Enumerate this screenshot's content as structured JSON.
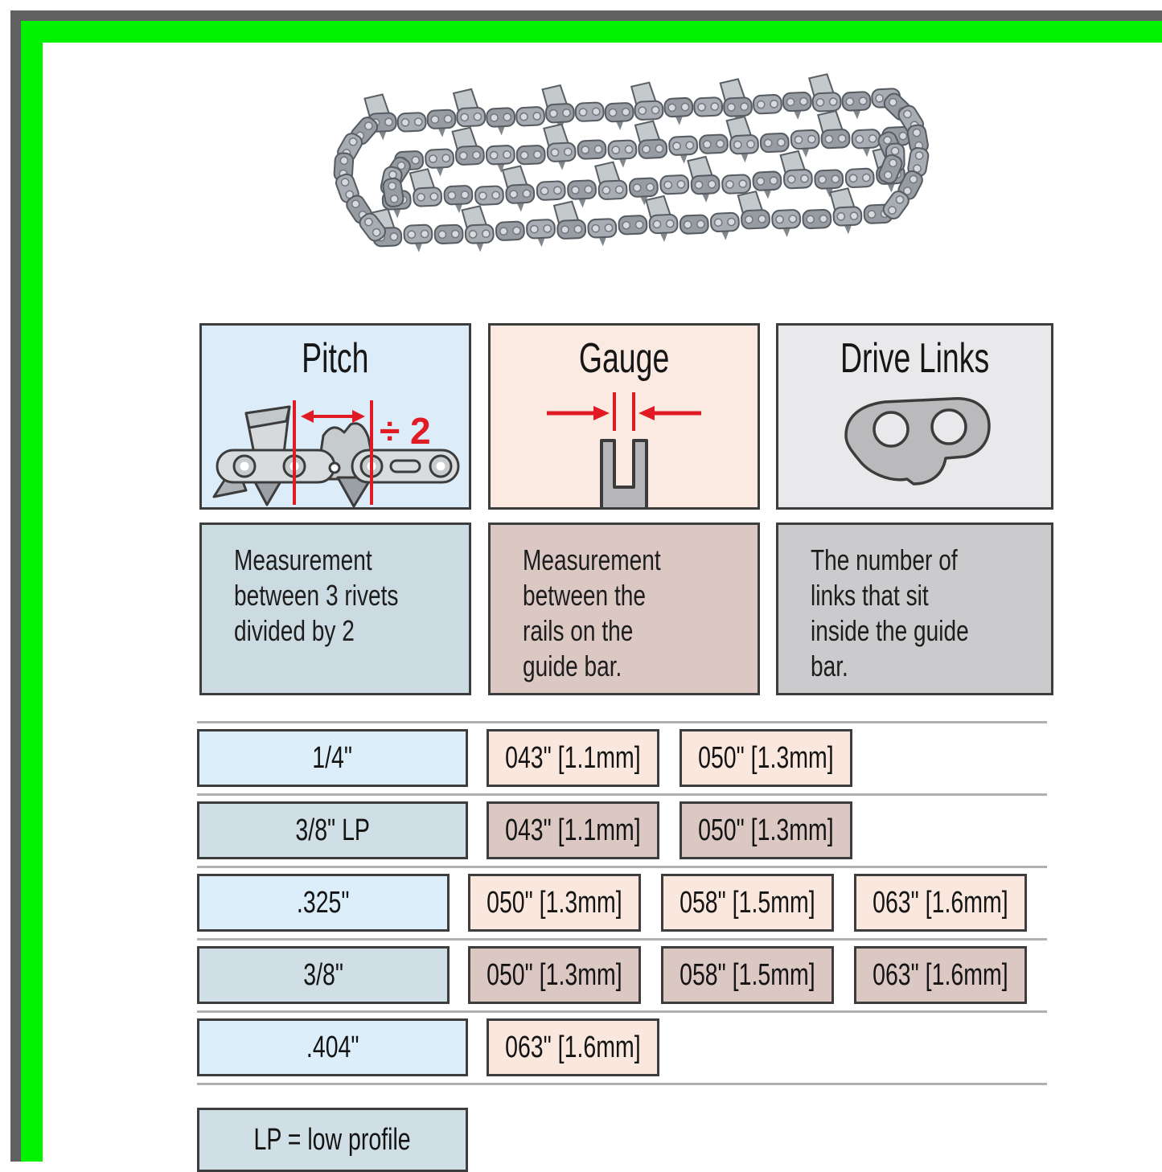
{
  "columns": [
    {
      "title": "Pitch",
      "description": "Measurement\nbetween 3 rivets\ndivided by 2"
    },
    {
      "title": "Gauge",
      "description": "Measurement\nbetween the\nrails on the\nguide bar."
    },
    {
      "title": "Drive Links",
      "description": "The number of\nlinks that sit\ninside the guide\nbar."
    }
  ],
  "pitch_diagram": {
    "annotation": "÷ 2"
  },
  "table": {
    "rows": [
      {
        "pitch": "1/4\"",
        "gauges": [
          "043\" [1.1mm]",
          "050\" [1.3mm]"
        ]
      },
      {
        "pitch": "3/8\" LP",
        "gauges": [
          "043\" [1.1mm]",
          "050\" [1.3mm]"
        ]
      },
      {
        "pitch": ".325\"",
        "gauges": [
          "050\" [1.3mm]",
          "058\" [1.5mm]",
          "063\" [1.6mm]"
        ]
      },
      {
        "pitch": "3/8\"",
        "gauges": [
          "050\" [1.3mm]",
          "058\" [1.5mm]",
          "063\" [1.6mm]"
        ]
      },
      {
        "pitch": ".404\"",
        "gauges": [
          "063\" [1.6mm]"
        ]
      }
    ],
    "footnote": "LP = low profile"
  },
  "colors": {
    "frame_outer": "#616161",
    "frame_inner": "#00f400",
    "pitch_header_bg": "#dcecf8",
    "gauge_header_bg": "#fbeae1",
    "drive_header_bg": "#e9e9eb",
    "pitch_desc_bg": "#ccdbe1",
    "gauge_desc_bg": "#dbc8c2",
    "drive_desc_bg": "#cbcbcd",
    "row_pitch_light": "#dceefa",
    "row_pitch_dark": "#cfdfe5",
    "row_gauge_light": "#fae8de",
    "row_gauge_dark": "#dcc8c3",
    "accent_red": "#e01b24",
    "cell_border": "#3d3d3d"
  }
}
